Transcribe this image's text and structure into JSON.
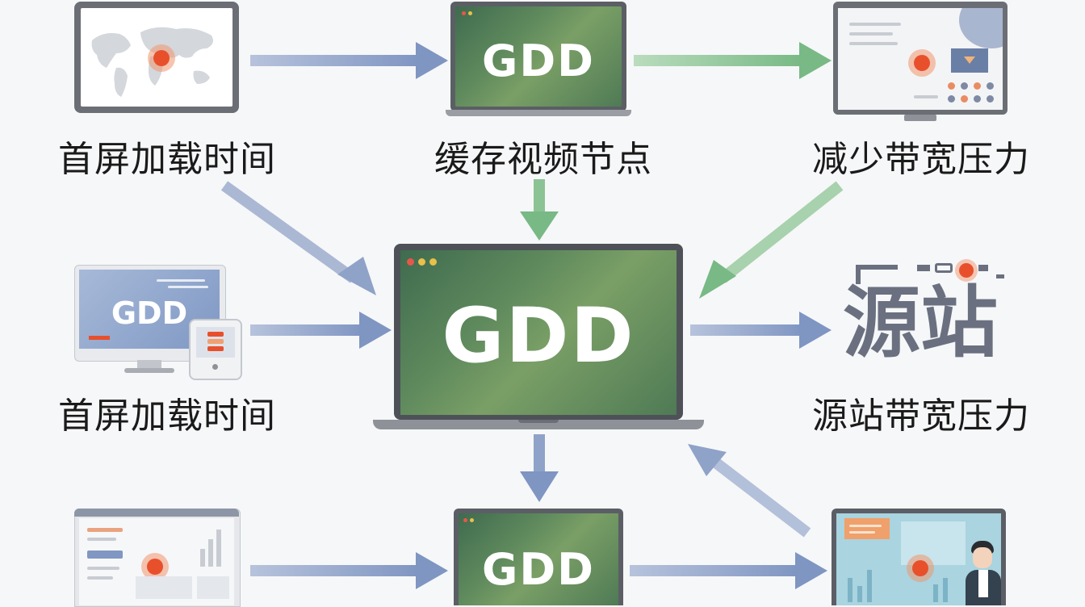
{
  "captions": {
    "top_left": "首屏加载时间",
    "top_center": "缓存视频节点",
    "top_right": "减少带宽压力",
    "mid_left": "首屏加载时间",
    "mid_right": "源站带宽压力"
  },
  "gdd": {
    "top": "GDD",
    "center": "GDD",
    "mid_left": "GDD",
    "bottom": "GDD"
  },
  "source_station_logo": "源站",
  "colors": {
    "blue_arrow": "#8fa2c8",
    "green_arrow": "#8cc394",
    "orange_accent": "#e8502c",
    "screen_green": "#5f8a5d"
  }
}
